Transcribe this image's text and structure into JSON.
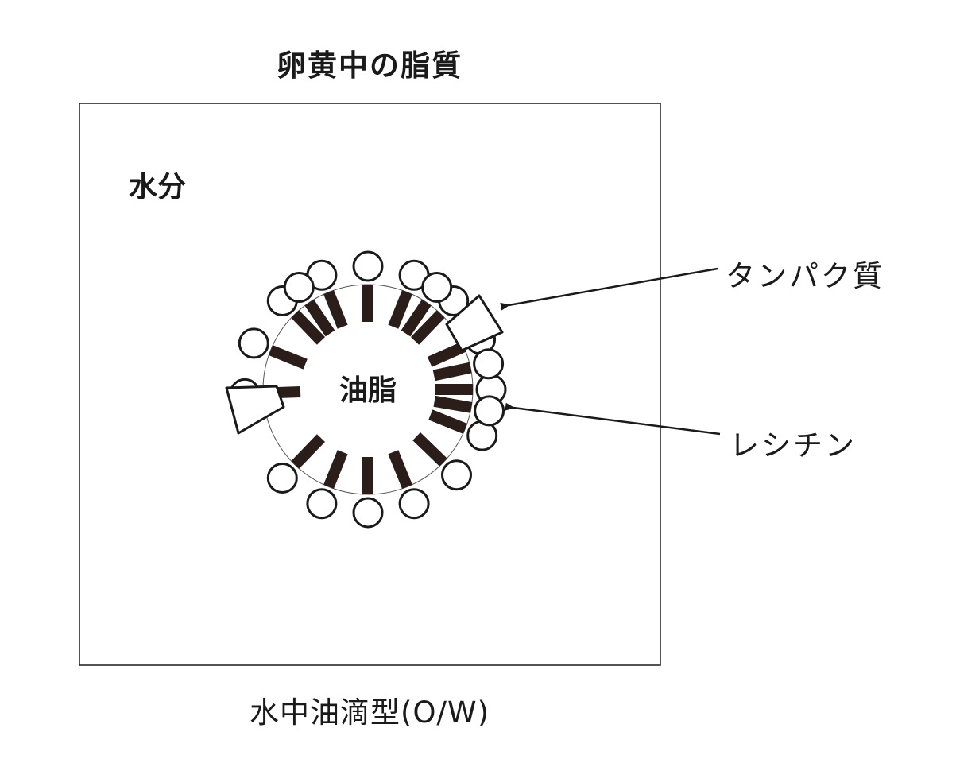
{
  "title": "卵黄中の脂質",
  "labels": {
    "water": "水分",
    "oil": "油脂",
    "protein": "タンパク質",
    "lecithin": "レシチン",
    "emulsion_type": "水中油滴型(O/W)"
  },
  "colors": {
    "stroke": "#1a1a1a",
    "tail_fill": "#2b1d1a",
    "head_fill": "#ffffff",
    "background": "#ffffff"
  },
  "micelle": {
    "lecithin_count": 20,
    "protein_count": 2
  }
}
